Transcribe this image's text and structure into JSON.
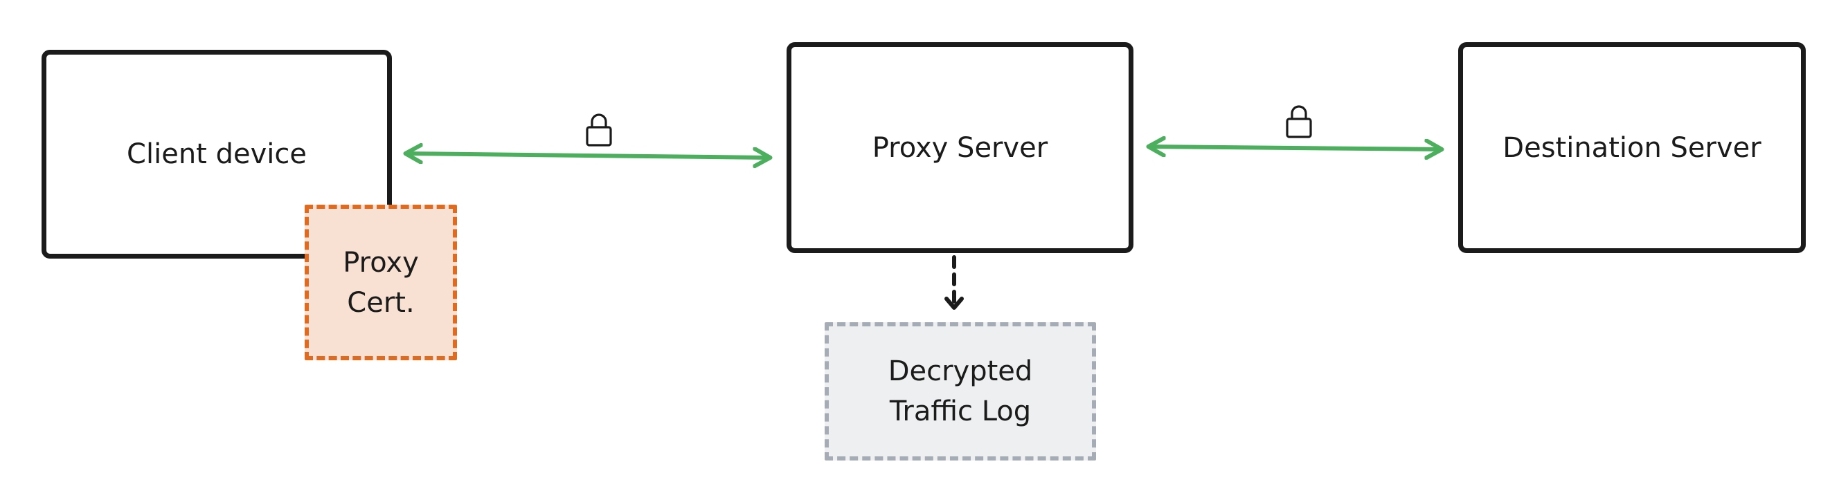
{
  "nodes": {
    "client": {
      "label": "Client device"
    },
    "proxy": {
      "label": "Proxy Server"
    },
    "destination": {
      "label": "Destination Server"
    },
    "cert": {
      "label": "Proxy\nCert."
    },
    "log": {
      "label": "Decrypted\nTraffic Log"
    }
  },
  "edges": [
    {
      "from": "client",
      "to": "proxy",
      "style": "bidirectional-encrypted",
      "icon": "lock-icon"
    },
    {
      "from": "proxy",
      "to": "destination",
      "style": "bidirectional-encrypted",
      "icon": "lock-icon"
    },
    {
      "from": "proxy",
      "to": "log",
      "style": "dashed-arrow"
    }
  ],
  "colors": {
    "encrypted_link": "#4caf5d",
    "cert_border": "#e06a1f",
    "cert_fill": "#f8e0d2",
    "log_border": "#a5acb6",
    "log_fill": "#eeeff1",
    "outline": "#1b1b1b"
  }
}
